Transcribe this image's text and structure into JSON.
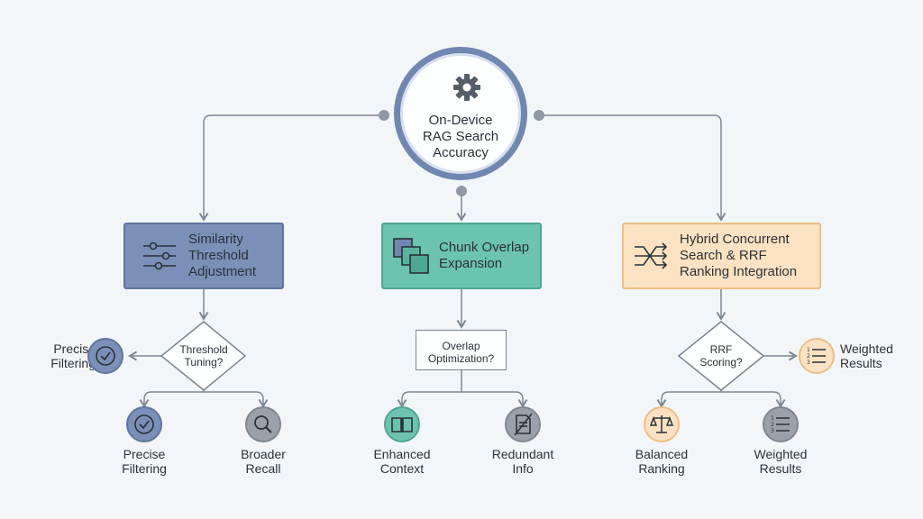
{
  "hub": {
    "label": "On-Device\nRAG Search\nAccuracy",
    "icon": "gear-icon"
  },
  "branches": [
    {
      "label": "Similarity\nThreshold\nAdjustment",
      "icon": "sliders-icon",
      "color": "#7b90b8",
      "decision": "Threshold\nTuning?",
      "side": {
        "label": "Precise\nFiltering",
        "icon": "check-circle-icon"
      },
      "outcomes": [
        {
          "label": "Precise\nFiltering",
          "icon": "check-circle-icon"
        },
        {
          "label": "Broader\nRecall",
          "icon": "magnifier-icon"
        }
      ]
    },
    {
      "label": "Chunk Overlap\nExpansion",
      "icon": "overlapping-squares-icon",
      "color": "#6cc3ae",
      "decision": "Overlap\nOptimization?",
      "outcomes": [
        {
          "label": "Enhanced\nContext",
          "icon": "open-book-icon"
        },
        {
          "label": "Redundant\nInfo",
          "icon": "crossed-document-icon"
        }
      ]
    },
    {
      "label": "Hybrid Concurrent\nSearch & RRF\nRanking Integration",
      "icon": "shuffle-arrows-icon",
      "color": "#fbe2c2",
      "decision": "RRF\nScoring?",
      "side": {
        "label": "Weighted\nResults",
        "icon": "numbered-list-icon"
      },
      "outcomes": [
        {
          "label": "Balanced\nRanking",
          "icon": "scales-icon"
        },
        {
          "label": "Weighted\nResults",
          "icon": "numbered-list-icon"
        }
      ]
    }
  ]
}
